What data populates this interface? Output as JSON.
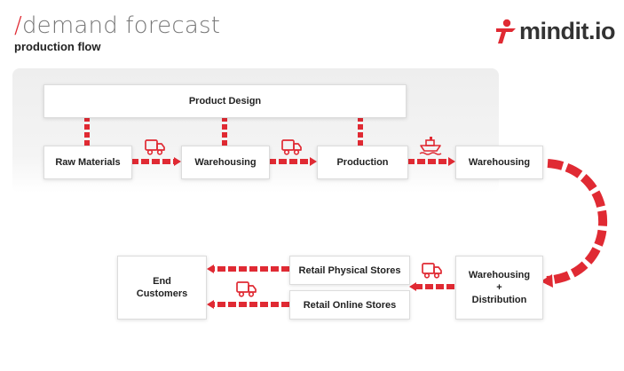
{
  "header": {
    "slash": "/",
    "title": "demand forecast",
    "subtitle": "production flow"
  },
  "logo": {
    "text": "mindit.io",
    "mark_icon": "mindit-logo-icon"
  },
  "colors": {
    "accent": "#e02a33",
    "text": "#222222",
    "title": "#777777"
  },
  "nodes": {
    "product_design": "Product Design",
    "raw_materials": "Raw Materials",
    "warehousing_1": "Warehousing",
    "production": "Production",
    "warehousing_2": "Warehousing",
    "warehousing_distribution": "Warehousing\n+\nDistribution",
    "retail_physical": "Retail Physical Stores",
    "retail_online": "Retail Online Stores",
    "end_customers": "End\nCustomers"
  },
  "icons": [
    "truck-icon",
    "truck-icon",
    "ship-icon",
    "truck-icon",
    "truck-icon"
  ]
}
